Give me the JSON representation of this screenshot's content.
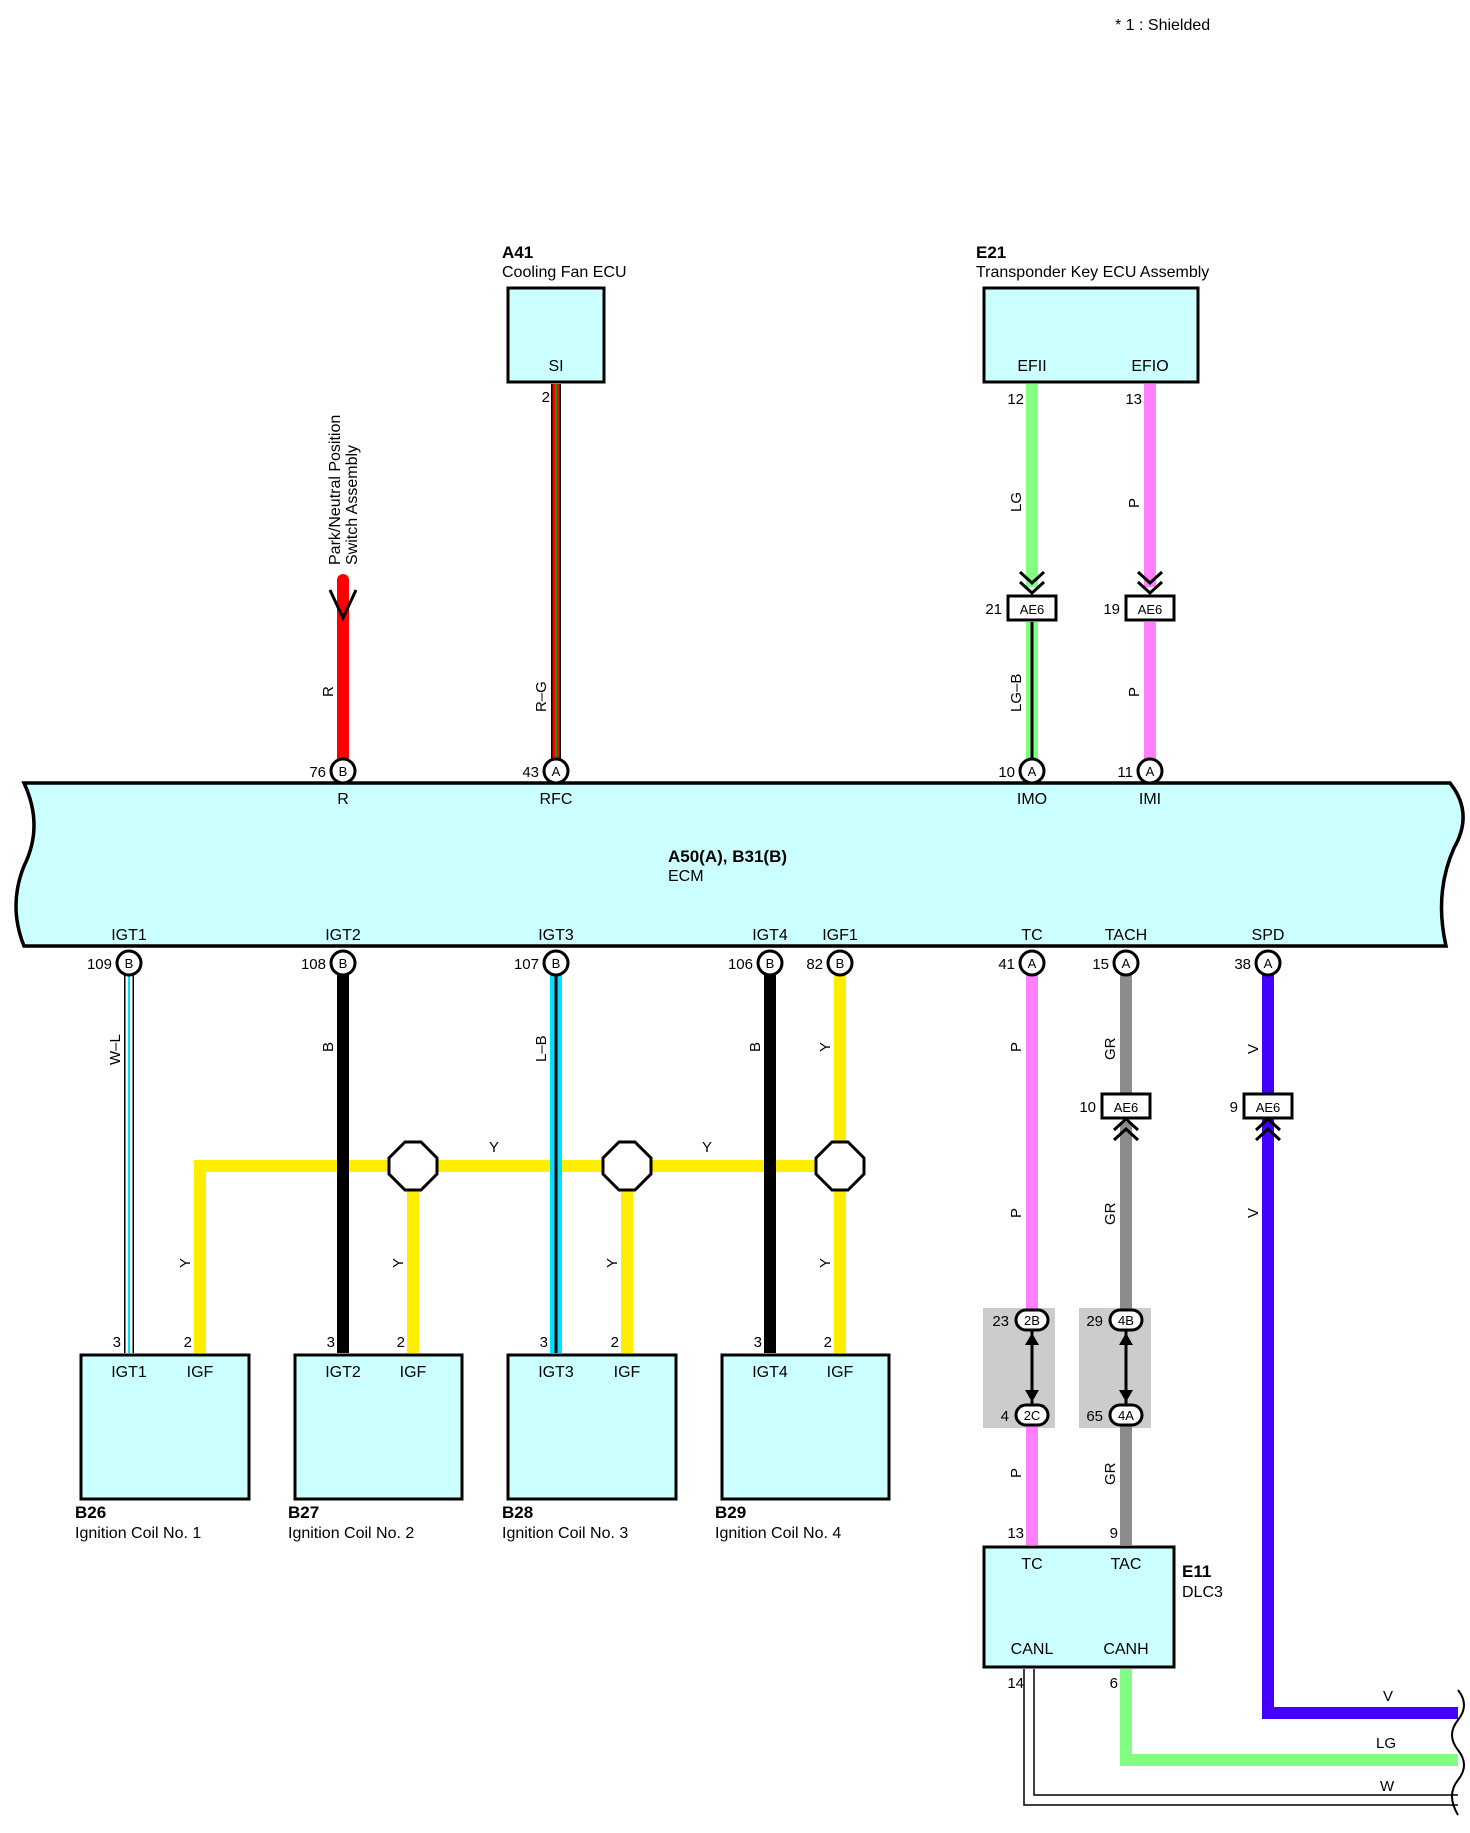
{
  "note": "* 1 : Shielded",
  "colors": {
    "box_fill": "#ccffff",
    "R": "#ff0000",
    "G": "#00aa00",
    "LG": "#80ff80",
    "P": "#ff80ff",
    "B": "#000000",
    "W": "#ffffff",
    "L": "#00e0ff",
    "Y": "#ffee00",
    "GR": "#8c8c8c",
    "V": "#4400ff"
  },
  "components": {
    "a41": {
      "code": "A41",
      "name": "Cooling Fan ECU",
      "terminal": "SI"
    },
    "e21": {
      "code": "E21",
      "name": "Transponder Key ECU Assembly",
      "terminal_1": "EFII",
      "terminal_2": "EFIO"
    },
    "ecm": {
      "code": "A50(A), B31(B)",
      "name": "ECM"
    },
    "e11": {
      "code": "E11",
      "name": "DLC3",
      "t1": "TC",
      "t2": "TAC",
      "t3": "CANL",
      "t4": "CANH"
    },
    "pnp": {
      "line1": "Park/Neutral Position",
      "line2": "Switch Assembly"
    },
    "coils": [
      {
        "code": "B26",
        "name": "Ignition Coil No. 1",
        "t1": "IGT1",
        "t2": "IGF"
      },
      {
        "code": "B27",
        "name": "Ignition Coil No. 2",
        "t1": "IGT2",
        "t2": "IGF"
      },
      {
        "code": "B28",
        "name": "Ignition Coil No. 3",
        "t1": "IGT3",
        "t2": "IGF"
      },
      {
        "code": "B29",
        "name": "Ignition Coil No. 4",
        "t1": "IGT4",
        "t2": "IGF"
      }
    ]
  },
  "ecm_top": [
    {
      "pin": "76",
      "conn": "B",
      "term": "R"
    },
    {
      "pin": "43",
      "conn": "A",
      "term": "RFC"
    },
    {
      "pin": "10",
      "conn": "A",
      "term": "IMO"
    },
    {
      "pin": "11",
      "conn": "A",
      "term": "IMI"
    }
  ],
  "ecm_bottom": [
    {
      "pin": "109",
      "conn": "B",
      "term": "IGT1"
    },
    {
      "pin": "108",
      "conn": "B",
      "term": "IGT2"
    },
    {
      "pin": "107",
      "conn": "B",
      "term": "IGT3"
    },
    {
      "pin": "106",
      "conn": "B",
      "term": "IGT4"
    },
    {
      "pin": "82",
      "conn": "B",
      "term": "IGF1"
    },
    {
      "pin": "41",
      "conn": "A",
      "term": "TC"
    },
    {
      "pin": "15",
      "conn": "A",
      "term": "TACH"
    },
    {
      "pin": "38",
      "conn": "A",
      "term": "SPD"
    }
  ],
  "pins": {
    "a41_si": "2",
    "e21_efii": "12",
    "e21_efio": "13",
    "ae6_lg": "21",
    "ae6_p": "19",
    "ae6_gr": "10",
    "ae6_v": "9",
    "ae6_label": "AE6",
    "coil_igt": "3",
    "coil_igf": "2",
    "tc_upper": "23",
    "tc_upper_conn": "2B",
    "tc_lower": "4",
    "tc_lower_conn": "2C",
    "tac_upper": "29",
    "tac_upper_conn": "4B",
    "tac_lower": "65",
    "tac_lower_conn": "4A",
    "dlc_tc": "13",
    "dlc_tac": "9",
    "dlc_canl": "14",
    "dlc_canh": "6"
  },
  "wire_labels": {
    "r": "R",
    "rg": "R–G",
    "lg": "LG",
    "lgb": "LG–B",
    "p": "P",
    "wl": "W–L",
    "b": "B",
    "lb": "L–B",
    "y": "Y",
    "gr": "GR",
    "v": "V",
    "w": "W"
  }
}
